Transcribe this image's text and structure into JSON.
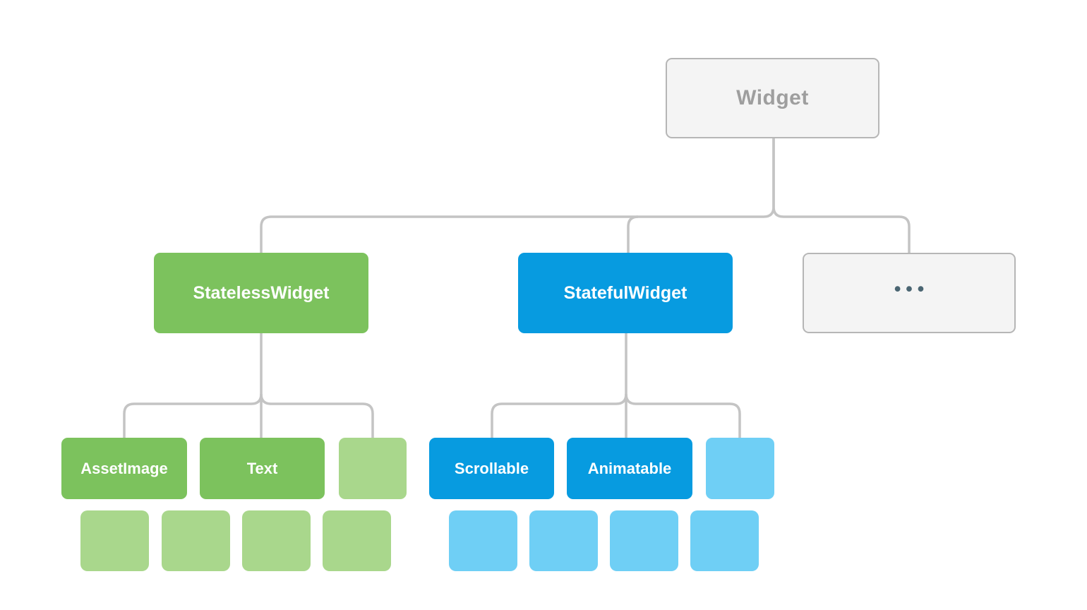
{
  "diagram": {
    "title": "Widget class hierarchy tree",
    "nodes": {
      "root": {
        "label": "Widget"
      },
      "stateless": {
        "label": "StatelessWidget"
      },
      "stateful": {
        "label": "StatefulWidget"
      },
      "more": {
        "label": "•••"
      },
      "asset_image": {
        "label": "AssetImage"
      },
      "text": {
        "label": "Text"
      },
      "scrollable": {
        "label": "Scrollable"
      },
      "animatable": {
        "label": "Animatable"
      }
    },
    "edges": [
      [
        "Widget",
        "StatelessWidget"
      ],
      [
        "Widget",
        "StatefulWidget"
      ],
      [
        "Widget",
        "•••"
      ],
      [
        "StatelessWidget",
        "AssetImage"
      ],
      [
        "StatelessWidget",
        "Text"
      ],
      [
        "StatelessWidget",
        "unlabeled-green"
      ],
      [
        "StatefulWidget",
        "Scrollable"
      ],
      [
        "StatefulWidget",
        "Animatable"
      ],
      [
        "StatefulWidget",
        "unlabeled-blue"
      ]
    ],
    "unlabeled_leaf_counts": {
      "green": 4,
      "blue": 4
    }
  },
  "colors": {
    "green": "#7cc25d",
    "light_green": "#a9d78c",
    "blue": "#079be0",
    "light_blue": "#6fcff5",
    "gray_fill": "#f4f4f4",
    "gray_border": "#b6b6b6",
    "gray_text": "#9e9e9e",
    "dots": "#4a6572",
    "connector": "#c4c4c4"
  }
}
